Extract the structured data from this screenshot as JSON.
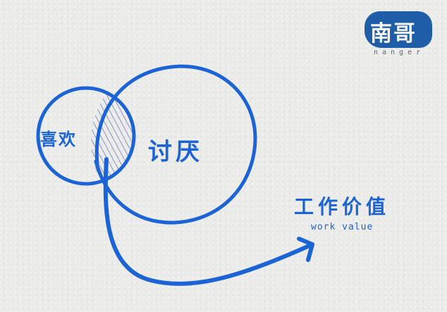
{
  "logo": {
    "title": "南哥",
    "subtitle": "nanger"
  },
  "diagram": {
    "like_label": "喜欢",
    "dislike_label": "讨厌",
    "work_value_label": "工作价值",
    "work_value_subtitle": "work value",
    "colors": {
      "accent": "#1c63d6",
      "background": "#ebebea",
      "logo_bg": "#1f5da8"
    }
  }
}
